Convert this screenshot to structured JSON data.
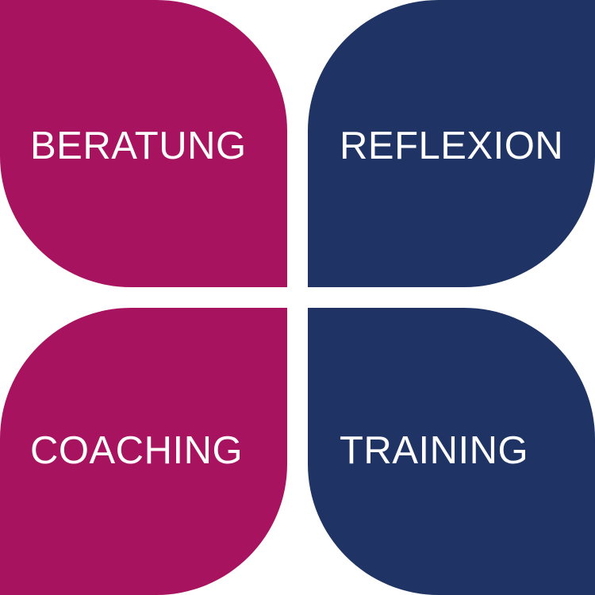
{
  "colors": {
    "magenta": "#a8135f",
    "navy": "#1f3364",
    "text": "#ffffff",
    "background": "#ffffff"
  },
  "petals": [
    {
      "label": "BERATUNG",
      "color": "#a8135f"
    },
    {
      "label": "REFLEXION",
      "color": "#1f3364"
    },
    {
      "label": "COACHING",
      "color": "#a8135f"
    },
    {
      "label": "TRAINING",
      "color": "#1f3364"
    }
  ]
}
